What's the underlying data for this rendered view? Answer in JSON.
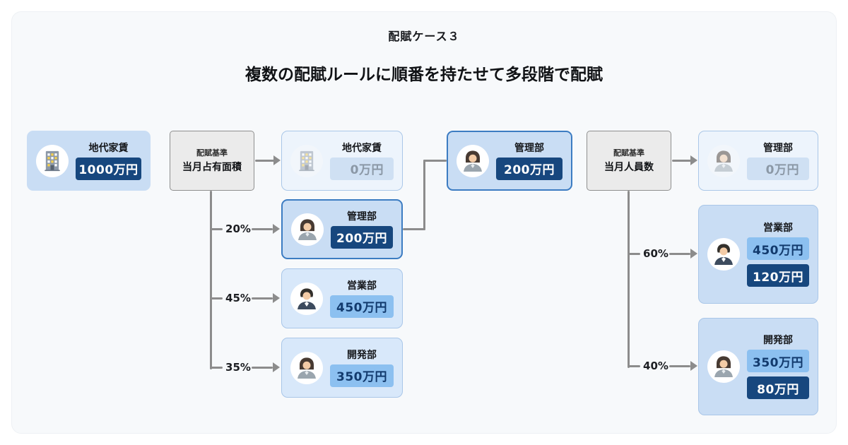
{
  "header": {
    "case_label": "配賦ケース３",
    "title": "複数の配賦ルールに順番を持たせて多段階で配賦"
  },
  "colors": {
    "box_blue": "#c9ddf4",
    "box_blue_light": "#d8e8fa",
    "box_faded": "#edf4fc",
    "highlight_border": "#3c7cc2",
    "badge_dark": "#17477e",
    "badge_mid": "#8cc0f0",
    "badge_faded": "#cfe0f3",
    "connector_gray": "#8c8c8c"
  },
  "stage1": {
    "source": {
      "label": "地代家賃",
      "value": "1000万円",
      "icon": "building-icon"
    },
    "basis": {
      "caption": "配賦基準",
      "label": "当月占有面積"
    },
    "remainder": {
      "label": "地代家賃",
      "value": "0万円",
      "icon": "building-icon"
    },
    "branches": [
      {
        "percent": "20%",
        "label": "管理部",
        "value": "200万円",
        "icon": "woman-icon",
        "highlighted": true
      },
      {
        "percent": "45%",
        "label": "営業部",
        "value": "450万円",
        "icon": "man-icon",
        "highlighted": false
      },
      {
        "percent": "35%",
        "label": "開発部",
        "value": "350万円",
        "icon": "woman-icon",
        "highlighted": false
      }
    ]
  },
  "stage2": {
    "source": {
      "label": "管理部",
      "value": "200万円",
      "icon": "woman-icon"
    },
    "basis": {
      "caption": "配賦基準",
      "label": "当月人員数"
    },
    "remainder": {
      "label": "管理部",
      "value": "0万円",
      "icon": "woman-icon"
    },
    "branches": [
      {
        "percent": "60%",
        "label": "営業部",
        "values": [
          "450万円",
          "120万円"
        ],
        "icon": "man-icon"
      },
      {
        "percent": "40%",
        "label": "開発部",
        "values": [
          "350万円",
          "80万円"
        ],
        "icon": "woman-icon"
      }
    ]
  }
}
